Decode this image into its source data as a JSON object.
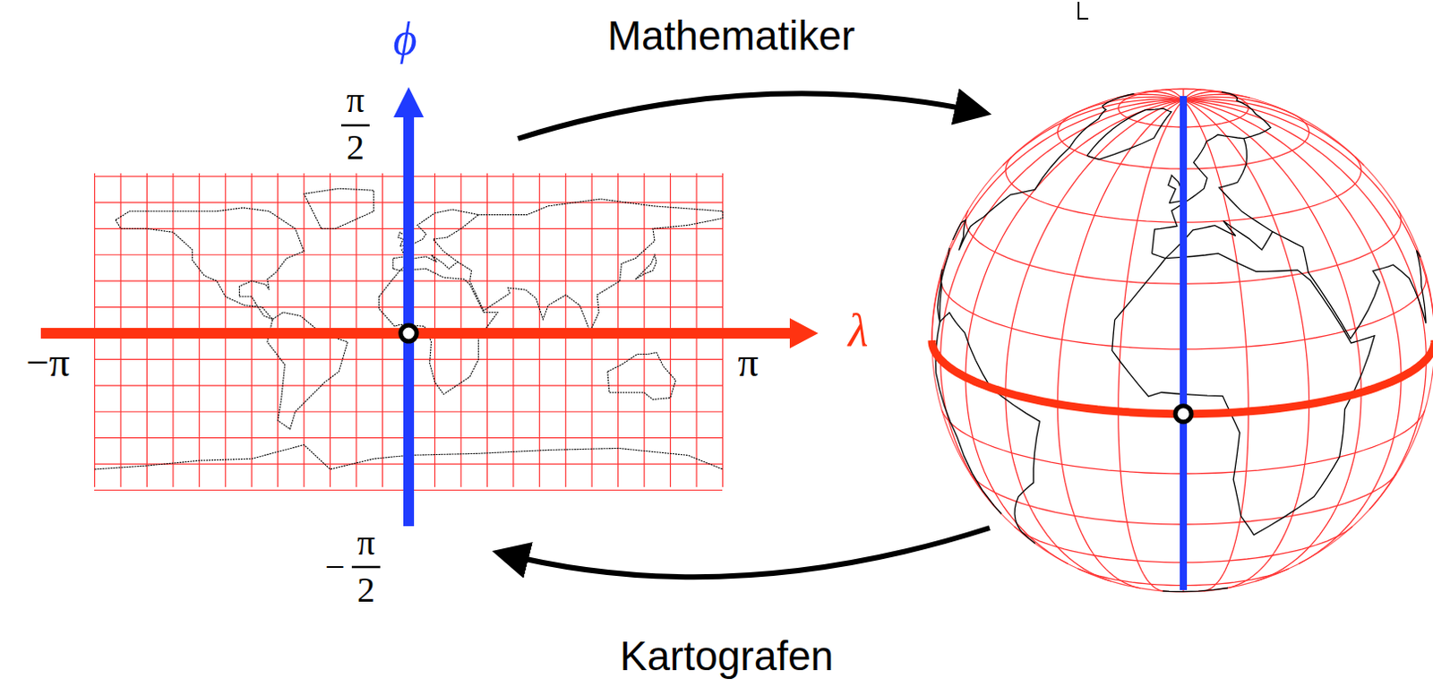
{
  "diagram": {
    "labels": [
      "ϕ",
      "Mathematiker",
      "π",
      "2",
      "λ",
      "−π",
      "π",
      "−",
      "π",
      "2",
      "Kartografen"
    ]
  }
}
